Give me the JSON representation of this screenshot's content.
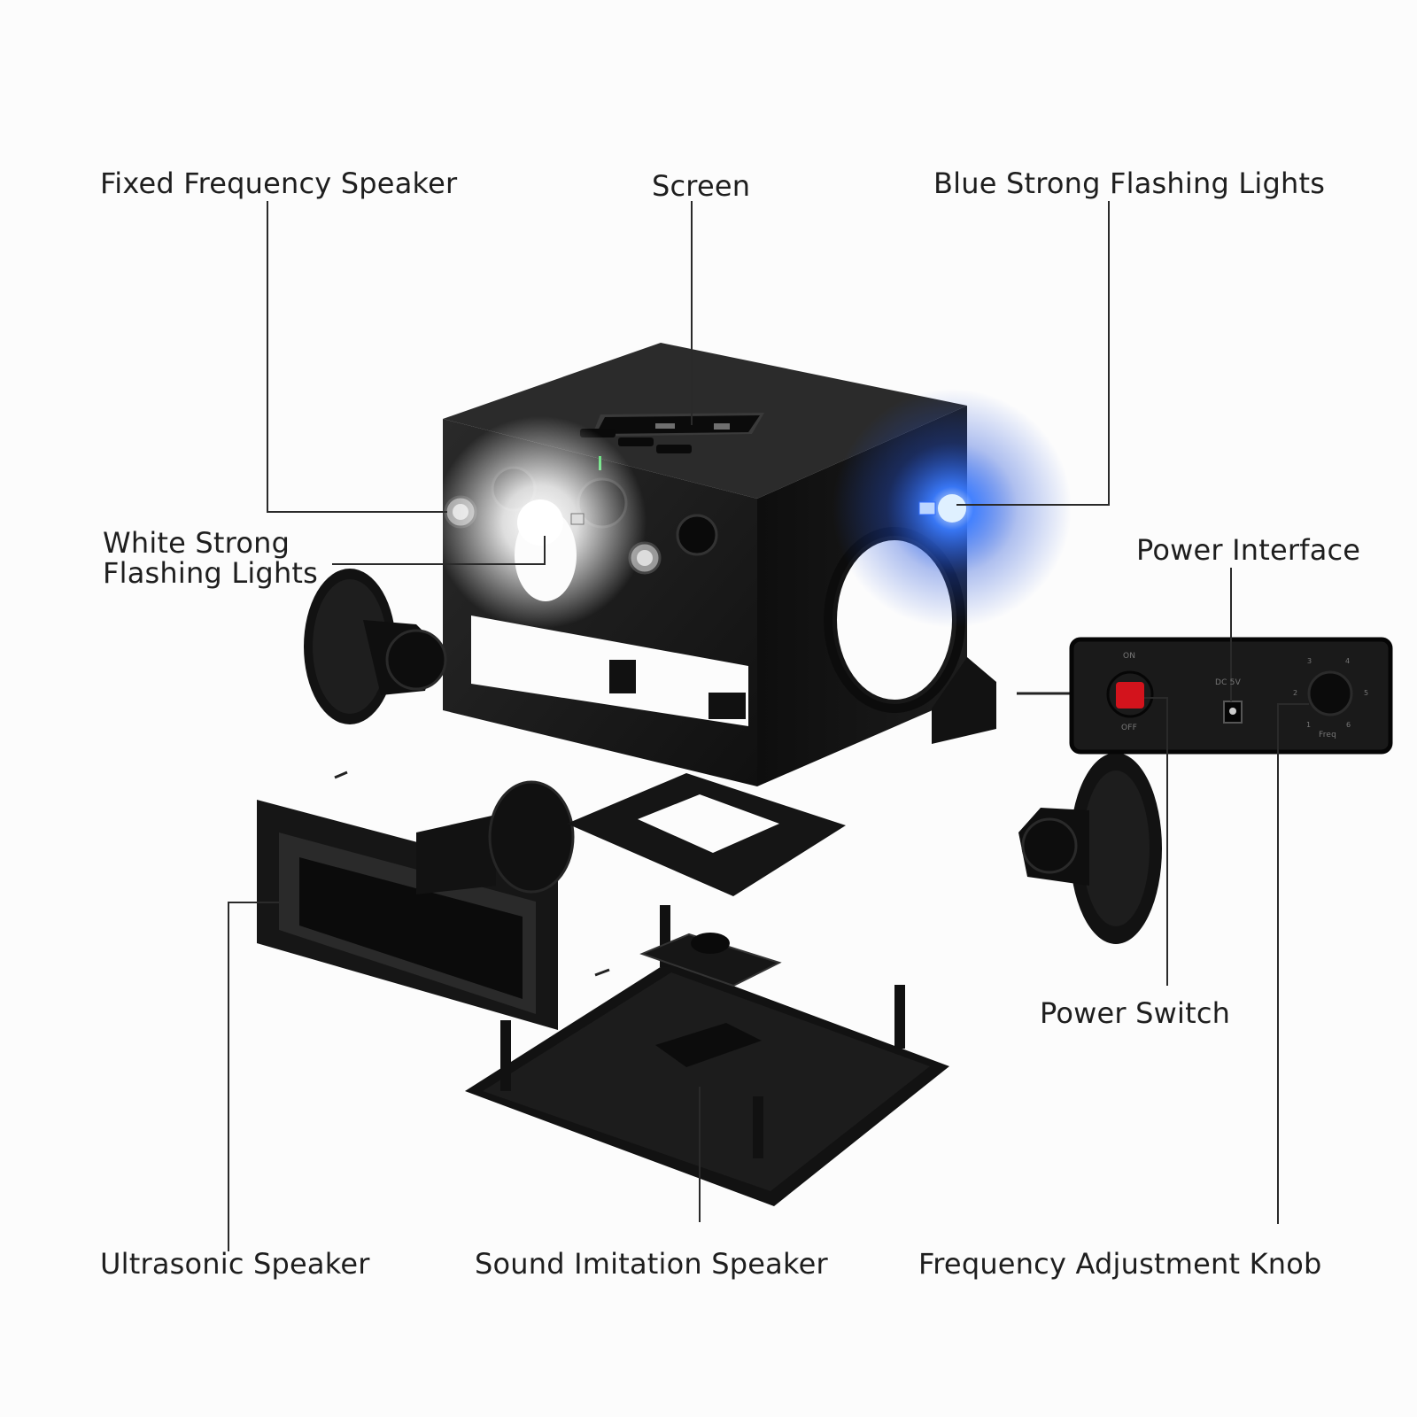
{
  "labels": {
    "fixed_frequency_speaker": "Fixed Frequency Speaker",
    "screen": "Screen",
    "blue_lights": "Blue Strong Flashing Lights",
    "white_lights_line1": "White Strong",
    "white_lights_line2": "Flashing Lights",
    "power_interface": "Power Interface",
    "power_switch": "Power Switch",
    "ultrasonic_speaker": "Ultrasonic Speaker",
    "sound_imitation_speaker": "Sound Imitation Speaker",
    "frequency_knob": "Frequency Adjustment Knob"
  },
  "panel": {
    "on_text": "ON",
    "off_text": "OFF",
    "dc_text": "DC 5V",
    "freq_text": "Freq",
    "dial_numbers": [
      "1",
      "2",
      "3",
      "4",
      "5",
      "6"
    ]
  },
  "colors": {
    "device": "#161616",
    "blue_light": "#2f6bff",
    "switch_red": "#d3131c",
    "leader_line": "#2a2a2a",
    "background": "#fcfcfc"
  }
}
